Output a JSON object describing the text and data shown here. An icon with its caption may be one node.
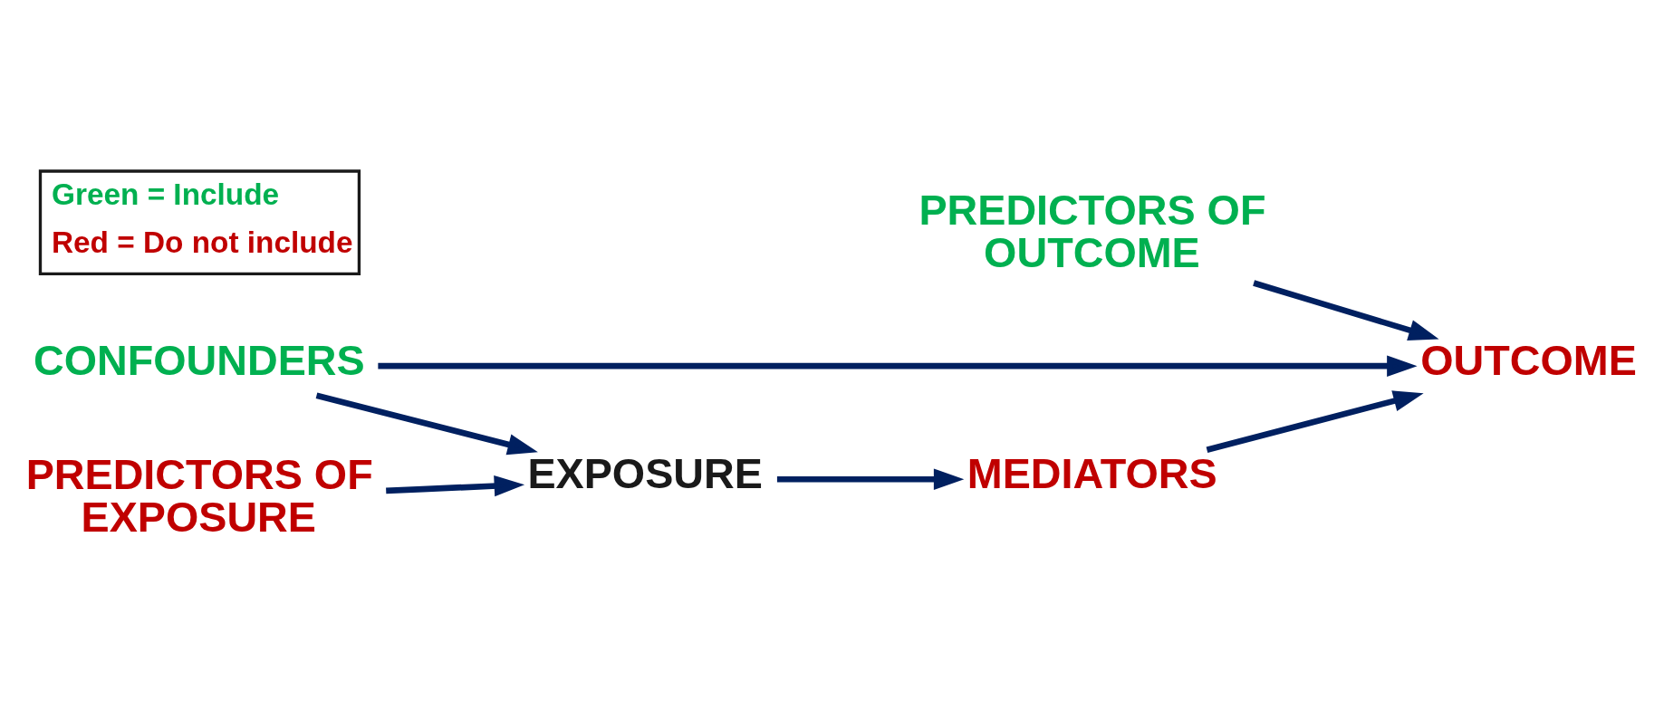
{
  "diagram": {
    "nodes": [
      {
        "text": [
          "PREDICTORS OF OUTCOME"
        ]
      },
      {
        "text": [
          "CONFOUNDERS"
        ]
      },
      {
        "text": [
          "OUTCOME"
        ]
      },
      {
        "text": [
          "EXPOSURE"
        ]
      },
      {
        "text": [
          "MEDIATORS"
        ]
      },
      {
        "text": [
          "PREDICTORS OF EXPOSURE"
        ]
      }
    ],
    "edges": [
      {
        "from": 0,
        "to": 2,
        "arrow": "to"
      },
      {
        "from": 1,
        "to": 2,
        "arrow": "to"
      },
      {
        "from": 1,
        "to": 3,
        "arrow": "to"
      },
      {
        "from": 3,
        "to": 4,
        "arrow": "to"
      },
      {
        "from": 4,
        "to": 2,
        "arrow": "to"
      },
      {
        "from": 5,
        "to": 3,
        "arrow": "to"
      }
    ],
    "legend": [
      {
        "text": "Green = Include",
        "color": "#00b050"
      },
      {
        "text": "Red = Do not include",
        "color": "#c00000"
      }
    ]
  }
}
